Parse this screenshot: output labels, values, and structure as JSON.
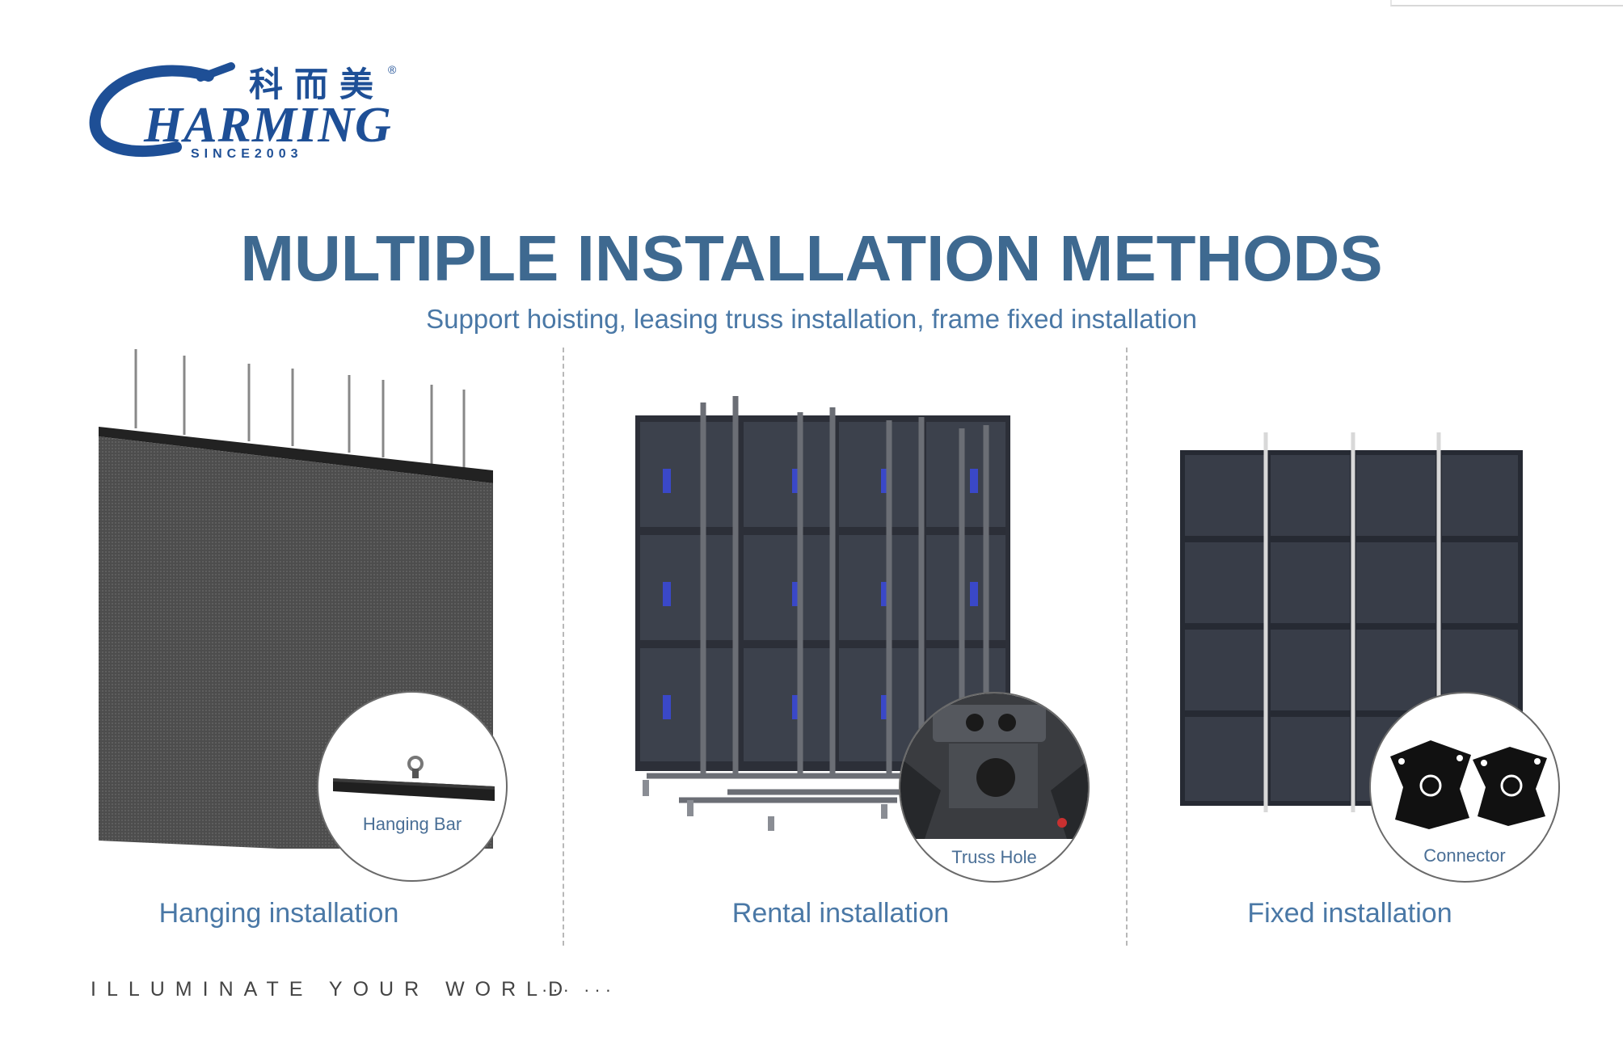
{
  "logo": {
    "letter_c": "C",
    "letters_rest": "HARMING",
    "chinese": "科而美",
    "registered": "®",
    "since": "SINCE2003"
  },
  "header": {
    "title": "MULTIPLE INSTALLATION METHODS",
    "subtitle": "Support hoisting, leasing truss installation, frame fixed installation"
  },
  "panels": [
    {
      "label": "Hanging installation",
      "detail_label": "Hanging Bar"
    },
    {
      "label": "Rental installation",
      "detail_label": "Truss Hole"
    },
    {
      "label": "Fixed installation",
      "detail_label": "Connector"
    }
  ],
  "footer": {
    "tagline": "ILLUMINATE YOUR WORLD",
    "dots": "··· ···"
  },
  "colors": {
    "brand_blue": "#1e4f96",
    "title_blue": "#3e6990",
    "label_blue": "#4a78a6"
  }
}
